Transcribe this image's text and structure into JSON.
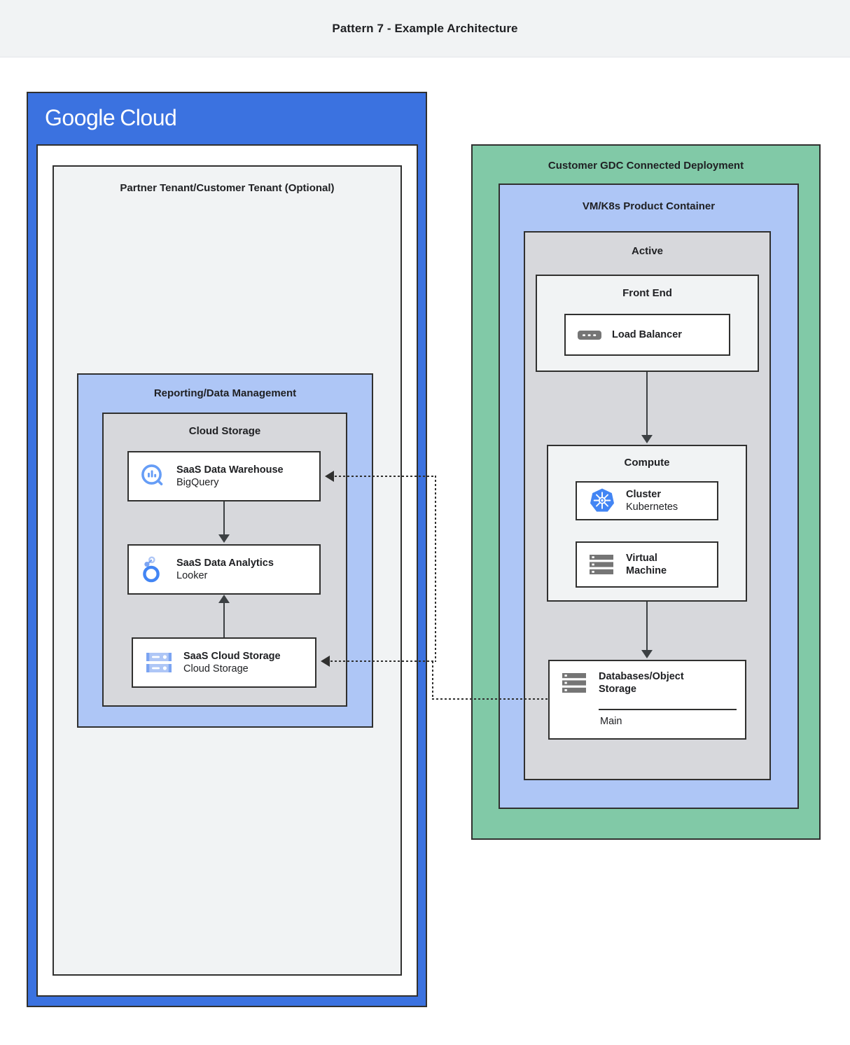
{
  "header": {
    "title": "Pattern 7 - Example Architecture"
  },
  "google_cloud": {
    "logo_part1": "Google",
    "logo_part2": "Cloud",
    "brand_color": "#3b72e0",
    "tenant": {
      "title": "Partner Tenant/Customer Tenant (Optional)"
    },
    "reporting": {
      "title": "Reporting/Data Management",
      "color": "#aec6f6",
      "cloud_storage_group": {
        "title": "Cloud Storage",
        "color": "#d7d8dc",
        "items": [
          {
            "icon": "bigquery-icon",
            "label": "SaaS Data Warehouse",
            "sublabel": "BigQuery"
          },
          {
            "icon": "looker-icon",
            "label": "SaaS Data Analytics",
            "sublabel": "Looker"
          },
          {
            "icon": "cloud-storage-icon",
            "label": "SaaS Cloud Storage",
            "sublabel": "Cloud Storage"
          }
        ]
      }
    }
  },
  "gdc": {
    "title": "Customer GDC Connected Deployment",
    "color": "#81c9a7",
    "product_container": {
      "title": "VM/K8s Product Container",
      "color": "#aec6f6",
      "active": {
        "title": "Active",
        "color": "#d7d8dc",
        "front_end": {
          "title": "Front End",
          "items": [
            {
              "icon": "load-balancer-icon",
              "label": "Load Balancer"
            }
          ]
        },
        "compute": {
          "title": "Compute",
          "items": [
            {
              "icon": "kubernetes-icon",
              "label": "Cluster",
              "sublabel": "Kubernetes"
            },
            {
              "icon": "virtual-machine-icon",
              "label": "Virtual Machine",
              "label_line1": "Virtual",
              "label_line2": "Machine"
            }
          ]
        },
        "database": {
          "icon": "database-icon",
          "label_line1": "Databases/Object",
          "label_line2": "Storage",
          "footer": "Main"
        }
      }
    }
  },
  "connections": [
    {
      "from": "saas-data-warehouse",
      "to": "saas-data-analytics",
      "style": "solid",
      "direction": "down"
    },
    {
      "from": "saas-cloud-storage",
      "to": "saas-data-analytics",
      "style": "solid",
      "direction": "up"
    },
    {
      "from": "load-balancer",
      "to": "compute",
      "style": "solid",
      "direction": "down"
    },
    {
      "from": "compute",
      "to": "databases-object-storage",
      "style": "solid",
      "direction": "down"
    },
    {
      "from": "databases-object-storage",
      "to": "saas-data-warehouse",
      "style": "dotted",
      "direction": "left"
    },
    {
      "from": "databases-object-storage",
      "to": "saas-cloud-storage",
      "style": "dotted",
      "direction": "left"
    }
  ]
}
